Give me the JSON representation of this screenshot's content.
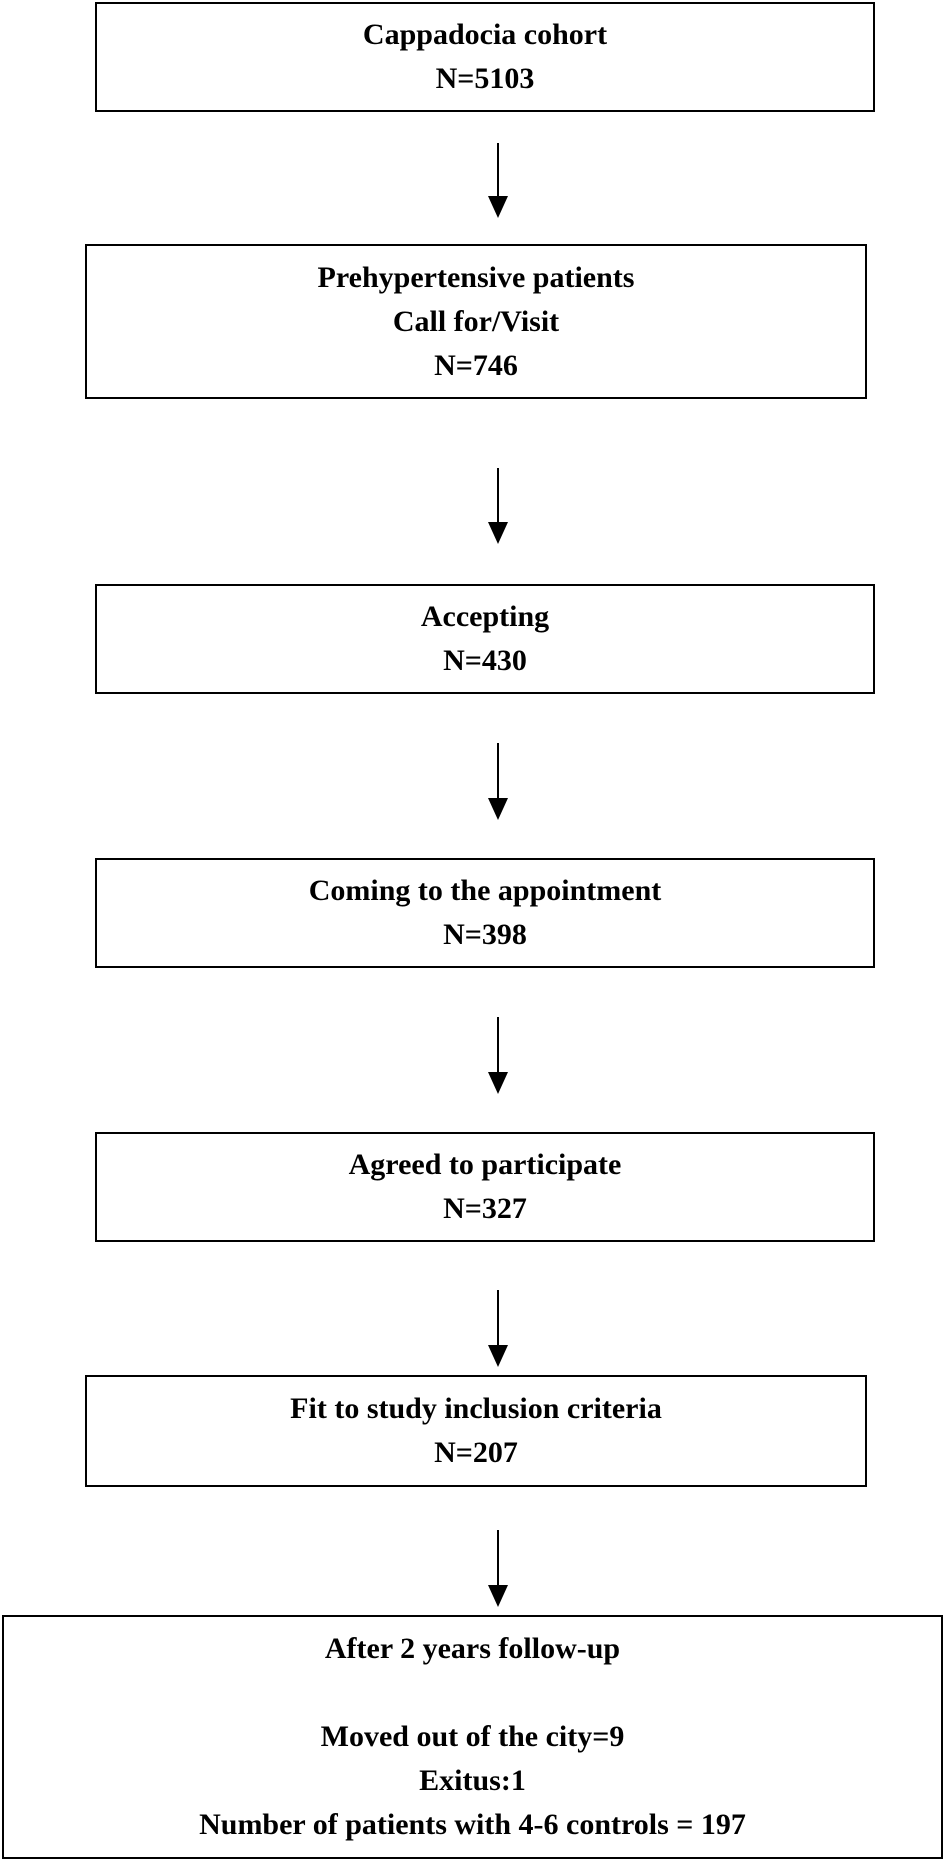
{
  "flowchart": {
    "steps": [
      {
        "lines": [
          "Cappadocia cohort",
          "N=5103"
        ]
      },
      {
        "lines": [
          "Prehypertensive patients",
          "Call for/Visit",
          "N=746"
        ]
      },
      {
        "lines": [
          "Accepting",
          "N=430"
        ]
      },
      {
        "lines": [
          "Coming to the appointment",
          "N=398"
        ]
      },
      {
        "lines": [
          "Agreed to participate",
          "N=327"
        ]
      },
      {
        "lines": [
          "Fit to study inclusion criteria",
          "N=207"
        ]
      },
      {
        "lines": [
          "After 2 years follow-up",
          "",
          "Moved out of the city=9",
          "Exitus:1",
          "Number of patients with 4-6 controls = 197"
        ]
      }
    ]
  }
}
